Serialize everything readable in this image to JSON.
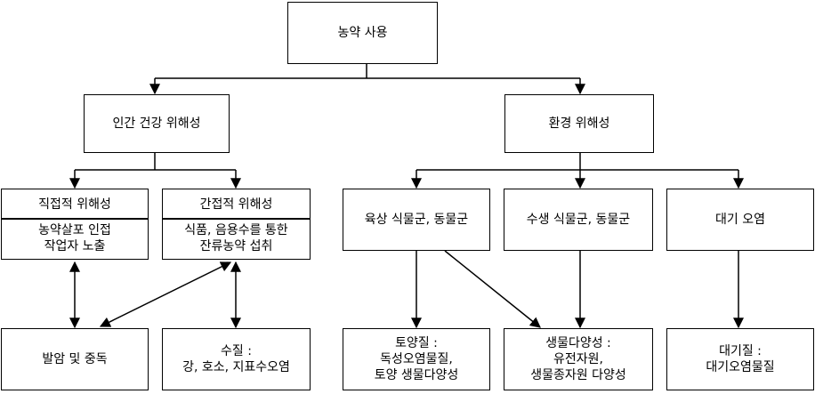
{
  "root": "농약 사용",
  "human": {
    "title": "인간 건강 위해성",
    "direct": {
      "title": "직접적 위해성",
      "detail": "농약살포 인접\n작업자 노출"
    },
    "indirect": {
      "title": "간접적 위해성",
      "detail": "식품, 음용수를 통한\n잔류농약 섭취"
    },
    "cancer": "발암 및 중독",
    "water": "수질 :\n강, 호소, 지표수오염"
  },
  "env": {
    "title": "환경 위해성",
    "land": "육상 식물군, 동물군",
    "aquatic": "수생 식물군, 동물군",
    "air": "대기 오염",
    "soil": "토양질 :\n독성오염물질,\n토양 생물다양성",
    "bio": "생물다양성 :\n유전자원,\n생물종자원 다양성",
    "airq": "대기질 :\n대기오염물질"
  }
}
